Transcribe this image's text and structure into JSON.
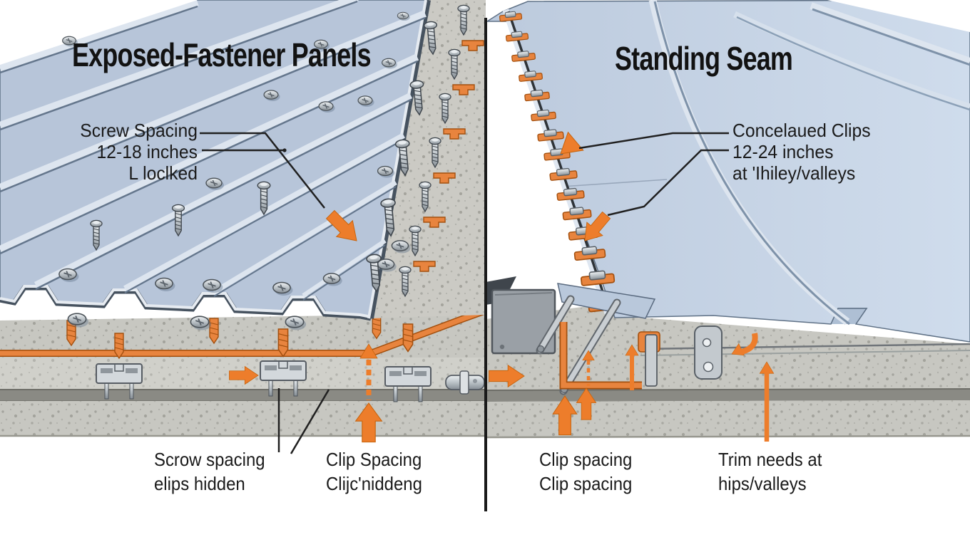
{
  "left_section": {
    "title": "Exposed-Fastener Panels",
    "callout": {
      "line1": "Screw Spacing",
      "line2": "12-18 inches",
      "line3": "L loclked"
    },
    "bottom_label_1": {
      "line1": "Scrow spacing",
      "line2": "elips hidden"
    },
    "bottom_label_2": {
      "line1": "Clip Spacing",
      "line2": "Clijc'niddeng"
    }
  },
  "right_section": {
    "title": "Standing Seam",
    "callout": {
      "line1": "Concelaued Clips",
      "line2": "12-24 inches",
      "line3": "at 'Ihiley/valleys"
    },
    "bottom_label_1": {
      "line1": "Clip spacing",
      "line2": "Clip spacing"
    },
    "bottom_label_2": {
      "line1": "Trim needs at",
      "line2": "hips/valleys"
    }
  },
  "colors": {
    "accent_orange": "#ed7d2b",
    "panel_blue_left": "#b7c5d9",
    "panel_blue_right": "#c6d4e6",
    "panel_highlight": "#dde5ef",
    "concrete": "#c9c9c3",
    "dark_band": "#8a8a84",
    "text": "#1a1a1a",
    "divider": "#1a1a1a"
  }
}
